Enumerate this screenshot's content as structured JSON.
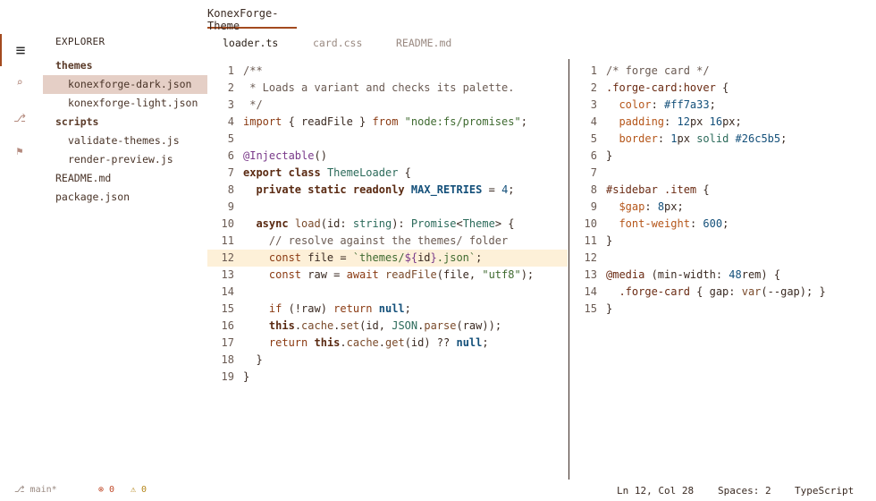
{
  "window": {
    "title": "KonexForge-Theme"
  },
  "activity_bar": [
    {
      "name": "explorer",
      "icon": "≡"
    },
    {
      "name": "search",
      "icon": "⌕"
    },
    {
      "name": "source-control",
      "icon": "⎇"
    },
    {
      "name": "run",
      "icon": "⚑"
    }
  ],
  "explorer": {
    "title": "EXPLORER",
    "rows": [
      {
        "label": "themes",
        "kind": "folder"
      },
      {
        "label": "konexforge-dark.json",
        "kind": "file",
        "selected": true
      },
      {
        "label": "konexforge-light.json",
        "kind": "file"
      },
      {
        "label": "scripts",
        "kind": "folder"
      },
      {
        "label": "validate-themes.js",
        "kind": "file"
      },
      {
        "label": "render-preview.js",
        "kind": "file"
      },
      {
        "label": "README.md",
        "kind": "top"
      },
      {
        "label": "package.json",
        "kind": "top"
      }
    ]
  },
  "tabs": [
    {
      "label": "loader.ts",
      "active": true
    },
    {
      "label": "card.css",
      "active": false
    },
    {
      "label": "README.md",
      "active": false
    }
  ],
  "left_pane": {
    "current_line": 12,
    "lines": [
      [
        [
          "t-com",
          "/**"
        ]
      ],
      [
        [
          "t-com",
          " * Loads a variant and checks its palette."
        ]
      ],
      [
        [
          "t-com",
          " */"
        ]
      ],
      [
        [
          "t-kwn",
          "import"
        ],
        [
          "",
          " { readFile } "
        ],
        [
          "t-kwn",
          "from"
        ],
        [
          "",
          " "
        ],
        [
          "t-str",
          "\"node:fs/promises\""
        ],
        [
          "",
          ";"
        ]
      ],
      [],
      [
        [
          "t-dec",
          "@Injectable"
        ],
        [
          "",
          "()"
        ]
      ],
      [
        [
          "t-kw",
          "export"
        ],
        [
          "",
          " "
        ],
        [
          "t-kw",
          "class"
        ],
        [
          "",
          " "
        ],
        [
          "t-type",
          "ThemeLoader"
        ],
        [
          "",
          " {"
        ]
      ],
      [
        [
          "",
          "  "
        ],
        [
          "t-kw",
          "private"
        ],
        [
          "",
          " "
        ],
        [
          "t-kw",
          "static"
        ],
        [
          "",
          " "
        ],
        [
          "t-kw",
          "readonly"
        ],
        [
          "",
          " "
        ],
        [
          "t-const",
          "MAX_RETRIES"
        ],
        [
          "",
          " = "
        ],
        [
          "t-num",
          "4"
        ],
        [
          "",
          ";"
        ]
      ],
      [],
      [
        [
          "",
          "  "
        ],
        [
          "t-kw",
          "async"
        ],
        [
          "",
          " "
        ],
        [
          "t-fn",
          "load"
        ],
        [
          "",
          "(id: "
        ],
        [
          "t-type",
          "string"
        ],
        [
          "",
          "): "
        ],
        [
          "t-type",
          "Promise"
        ],
        [
          "",
          "<"
        ],
        [
          "t-type",
          "Theme"
        ],
        [
          "",
          "> {"
        ]
      ],
      [
        [
          "t-com",
          "    // resolve against the themes/ folder"
        ]
      ],
      [
        [
          "",
          "    "
        ],
        [
          "t-kwn",
          "const"
        ],
        [
          "",
          " file = "
        ],
        [
          "t-str",
          "`themes/"
        ],
        [
          "t-tpl",
          "${"
        ],
        [
          "",
          "id"
        ],
        [
          "t-tpl",
          "}"
        ],
        [
          "t-str",
          ".json`"
        ],
        [
          "",
          ";"
        ]
      ],
      [
        [
          "",
          "    "
        ],
        [
          "t-kwn",
          "const"
        ],
        [
          "",
          " raw = "
        ],
        [
          "t-kwn",
          "await"
        ],
        [
          "",
          " "
        ],
        [
          "t-fn",
          "readFile"
        ],
        [
          "",
          "(file, "
        ],
        [
          "t-str",
          "\"utf8\""
        ],
        [
          "",
          ");"
        ]
      ],
      [],
      [
        [
          "",
          "    "
        ],
        [
          "t-kwn",
          "if"
        ],
        [
          "",
          " (!raw) "
        ],
        [
          "t-kwn",
          "return"
        ],
        [
          "",
          " "
        ],
        [
          "t-const",
          "null"
        ],
        [
          "",
          ";"
        ]
      ],
      [
        [
          "",
          "    "
        ],
        [
          "t-kw",
          "this"
        ],
        [
          "",
          "."
        ],
        [
          "t-fn",
          "cache"
        ],
        [
          "",
          "."
        ],
        [
          "t-fn",
          "set"
        ],
        [
          "",
          "(id, "
        ],
        [
          "t-type",
          "JSON"
        ],
        [
          "",
          "."
        ],
        [
          "t-fn",
          "parse"
        ],
        [
          "",
          "(raw));"
        ]
      ],
      [
        [
          "",
          "    "
        ],
        [
          "t-kwn",
          "return"
        ],
        [
          "",
          " "
        ],
        [
          "t-kw",
          "this"
        ],
        [
          "",
          "."
        ],
        [
          "t-fn",
          "cache"
        ],
        [
          "",
          "."
        ],
        [
          "t-fn",
          "get"
        ],
        [
          "",
          "(id) ?? "
        ],
        [
          "t-const",
          "null"
        ],
        [
          "",
          ";"
        ]
      ],
      [
        [
          "",
          "  }"
        ]
      ],
      [
        [
          "",
          "}"
        ]
      ]
    ]
  },
  "right_pane": {
    "lines": [
      [
        [
          "t-com",
          "/* forge card */"
        ]
      ],
      [
        [
          "t-sel",
          ".forge-card:hover"
        ],
        [
          "",
          " {"
        ]
      ],
      [
        [
          "",
          "  "
        ],
        [
          "t-prop",
          "color"
        ],
        [
          "",
          ": "
        ],
        [
          "t-hex",
          "#ff7a33"
        ],
        [
          "",
          ";"
        ]
      ],
      [
        [
          "",
          "  "
        ],
        [
          "t-prop",
          "padding"
        ],
        [
          "",
          ": "
        ],
        [
          "t-num",
          "12"
        ],
        [
          "",
          "px "
        ],
        [
          "t-num",
          "16"
        ],
        [
          "",
          "px;"
        ]
      ],
      [
        [
          "",
          "  "
        ],
        [
          "t-prop",
          "border"
        ],
        [
          "",
          ": "
        ],
        [
          "t-num",
          "1"
        ],
        [
          "",
          "px "
        ],
        [
          "t-type",
          "solid"
        ],
        [
          "",
          " "
        ],
        [
          "t-hex",
          "#26c5b5"
        ],
        [
          "",
          ";"
        ]
      ],
      [
        [
          "",
          "}"
        ]
      ],
      [],
      [
        [
          "t-sel",
          "#sidebar .item"
        ],
        [
          "",
          " {"
        ]
      ],
      [
        [
          "",
          "  "
        ],
        [
          "t-var",
          "$gap"
        ],
        [
          "",
          ": "
        ],
        [
          "t-num",
          "8"
        ],
        [
          "",
          "px;"
        ]
      ],
      [
        [
          "",
          "  "
        ],
        [
          "t-prop",
          "font-weight"
        ],
        [
          "",
          ": "
        ],
        [
          "t-num",
          "600"
        ],
        [
          "",
          ";"
        ]
      ],
      [
        [
          "",
          "}"
        ]
      ],
      [],
      [
        [
          "t-sel",
          "@media"
        ],
        [
          "",
          " (min-width: "
        ],
        [
          "t-num",
          "48"
        ],
        [
          "",
          "rem) {"
        ]
      ],
      [
        [
          "",
          "  "
        ],
        [
          "t-sel",
          ".forge-card"
        ],
        [
          "",
          " { gap: "
        ],
        [
          "t-fn",
          "var"
        ],
        [
          "",
          "(--gap); }"
        ]
      ],
      [
        [
          "",
          "}"
        ]
      ]
    ]
  },
  "status": {
    "branch": "⎇ main*",
    "errors": "⊗ 0",
    "warnings": "⚠ 0",
    "position": "Ln 12, Col 28",
    "spaces": "Spaces: 2",
    "language": "TypeScript"
  }
}
